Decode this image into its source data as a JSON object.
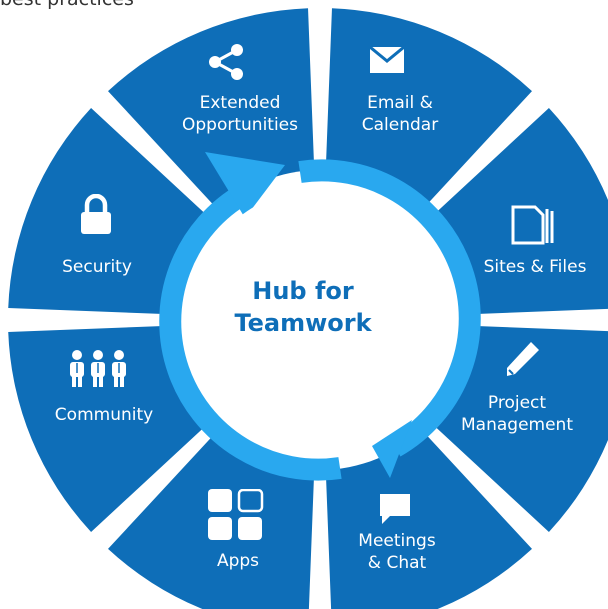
{
  "caption": "best practices",
  "center": {
    "line1": "Hub for",
    "line2": "Teamwork"
  },
  "colors": {
    "segment": "#0E6EB8",
    "ring": "#29A8EF",
    "center_text": "#0E6EB8",
    "background": "#FFFFFF"
  },
  "segments": [
    {
      "icon": "share-icon",
      "lines": [
        "Extended",
        "Opportunities"
      ]
    },
    {
      "icon": "mail-icon",
      "lines": [
        "Email &",
        "Calendar"
      ]
    },
    {
      "icon": "files-icon",
      "lines": [
        "Sites & Files"
      ]
    },
    {
      "icon": "pencil-icon",
      "lines": [
        "Project",
        "Management"
      ]
    },
    {
      "icon": "chat-icon",
      "lines": [
        "Meetings",
        "& Chat"
      ]
    },
    {
      "icon": "apps-icon",
      "lines": [
        "Apps"
      ]
    },
    {
      "icon": "people-icon",
      "lines": [
        "Community"
      ]
    },
    {
      "icon": "lock-icon",
      "lines": [
        "Security"
      ]
    }
  ]
}
